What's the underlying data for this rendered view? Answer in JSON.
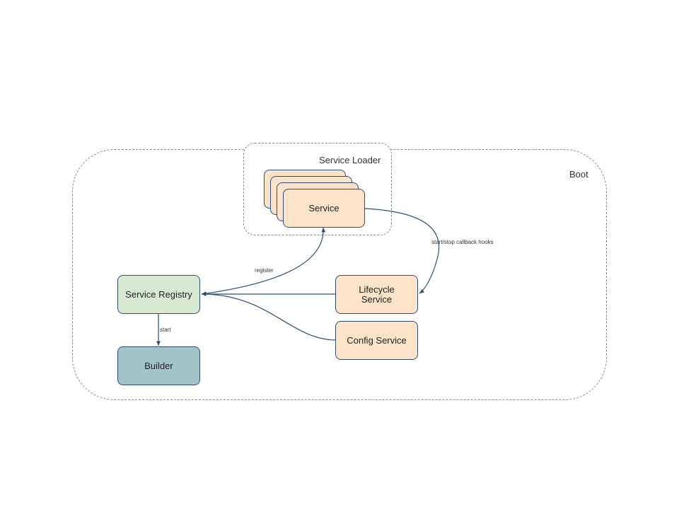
{
  "groups": {
    "boot": "Boot",
    "service_loader": "Service Loader"
  },
  "nodes": {
    "service": "Service",
    "service_registry": "Service Registry",
    "builder": "Builder",
    "lifecycle_service": "Lifecycle Service",
    "config_service": "Config Service"
  },
  "edges": {
    "register": "register",
    "start_stop_hooks": "start/stop callback hooks",
    "start": "start"
  },
  "colors": {
    "service_fill": "#fce3c9",
    "registry_fill": "#d8ead2",
    "builder_fill": "#a2c4c9",
    "border": "#2d4f76"
  }
}
